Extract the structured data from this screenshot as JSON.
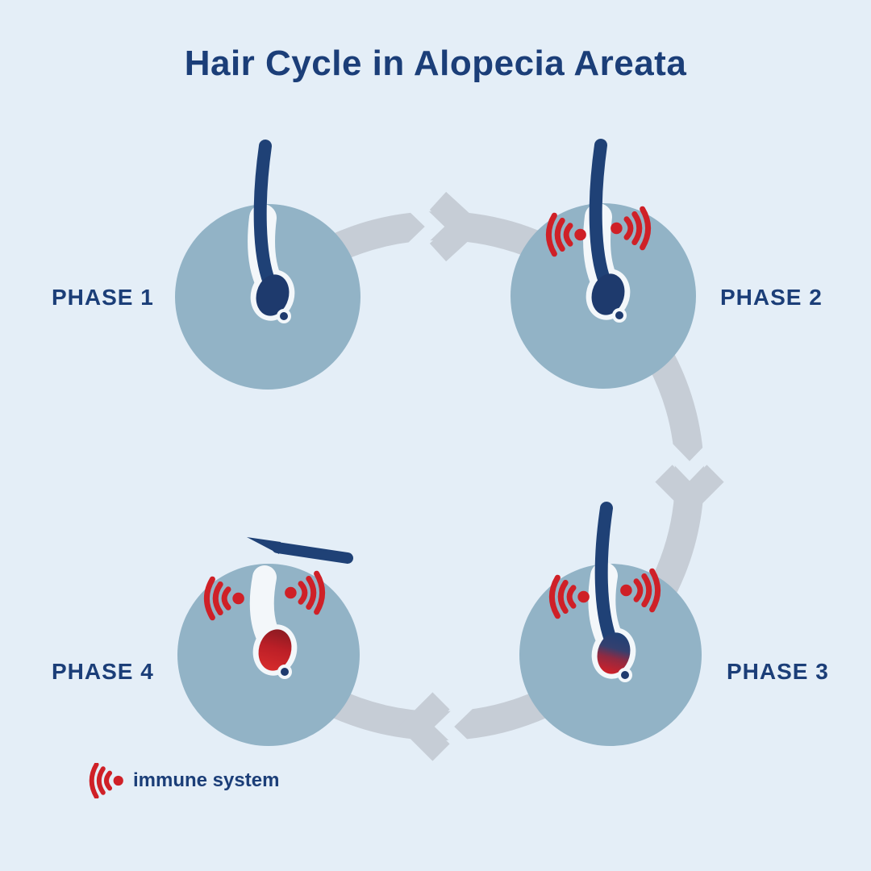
{
  "title": "Hair Cycle in Alopecia Areata",
  "phases": [
    {
      "label": "PHASE 1"
    },
    {
      "label": "PHASE 2"
    },
    {
      "label": "PHASE 3"
    },
    {
      "label": "PHASE 4"
    }
  ],
  "legend": {
    "icon": "immune-signal-icon",
    "label": "immune system"
  },
  "colors": {
    "background": "#e4eef7",
    "navy": "#1b3e78",
    "hair": "#1f4176",
    "red": "#cf2027",
    "circle": "#92b3c6",
    "arrow": "#c6cdd6",
    "follicle_outline": "#f3f7fa"
  }
}
